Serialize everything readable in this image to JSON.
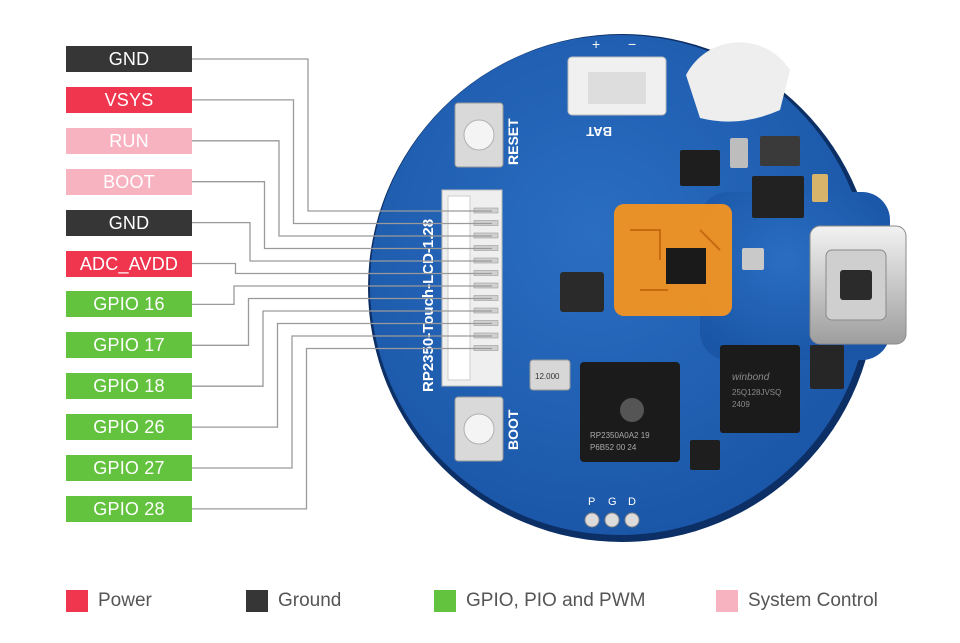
{
  "board": {
    "silkscreen_title": "RP2350-Touch-LCD-1.28",
    "reset_label": "RESET",
    "boot_label": "BOOT",
    "battery_label": "BAT",
    "battery_plus": "+",
    "battery_minus": "−",
    "chip_text": [
      "RP2350A0A2 19",
      "P6B52 00 24"
    ],
    "flash_text": [
      "winbond",
      "25Q128JVSQ",
      "2409"
    ],
    "crystal_text": "12.000",
    "header_labels": [
      "P",
      "G",
      "D"
    ]
  },
  "pins": [
    {
      "label": "GND",
      "category": "ground"
    },
    {
      "label": "VSYS",
      "category": "power"
    },
    {
      "label": "RUN",
      "category": "system"
    },
    {
      "label": "BOOT",
      "category": "system"
    },
    {
      "label": "GND",
      "category": "ground"
    },
    {
      "label": "ADC_AVDD",
      "category": "power"
    },
    {
      "label": "GPIO 16",
      "category": "gpio"
    },
    {
      "label": "GPIO 17",
      "category": "gpio"
    },
    {
      "label": "GPIO 18",
      "category": "gpio"
    },
    {
      "label": "GPIO 26",
      "category": "gpio"
    },
    {
      "label": "GPIO 27",
      "category": "gpio"
    },
    {
      "label": "GPIO 28",
      "category": "gpio"
    }
  ],
  "legend": [
    {
      "key": "power",
      "label": "Power"
    },
    {
      "key": "ground",
      "label": "Ground"
    },
    {
      "key": "gpio",
      "label": "GPIO, PIO and PWM"
    },
    {
      "key": "system",
      "label": "System Control"
    }
  ],
  "colors": {
    "power": "#f0364f",
    "ground": "#363636",
    "gpio": "#63c33f",
    "system": "#f8b3c1",
    "pcb": "#1f5fb3",
    "pcb_edge": "#174a94",
    "leader_line": "#9a9a9a"
  }
}
